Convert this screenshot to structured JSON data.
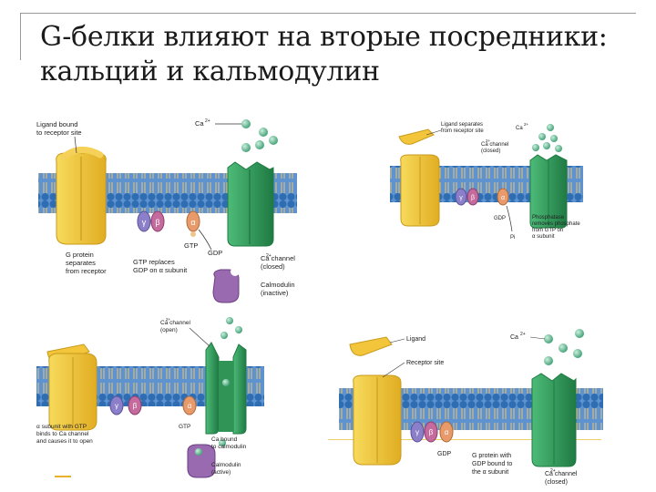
{
  "title": {
    "line1": "G-белки влияют на вторые посредники:",
    "line2": "кальций и кальмодулин"
  },
  "panels": {
    "p1": {
      "ligand_bound": [
        "Ligand bound",
        "to receptor site"
      ],
      "ca": "Ca",
      "ca_sup": "2+",
      "gamma": "γ",
      "beta": "β",
      "alpha": "α",
      "gtp": "GTP",
      "gdp": "GDP",
      "g_protein": [
        "G protein",
        "separates",
        "from receptor"
      ],
      "gtp_replaces": [
        "GTP replaces",
        "GDP on α subunit"
      ],
      "channel_closed": [
        "Ca  channel",
        "(closed)"
      ],
      "channel_sup": "2+",
      "calmodulin": [
        "Calmodulin",
        "(inactive)"
      ]
    },
    "p2": {
      "ligand_separates": [
        "Ligand separates",
        "from receptor site"
      ],
      "ca": "Ca",
      "ca_sup": "2+",
      "channel_closed": [
        "Ca  channel",
        "(closed)"
      ],
      "channel_sup": "2+",
      "gdp": "GDP",
      "pi": "Pi",
      "phosphatase": [
        "Phosphatase",
        "removes phosphate",
        "from GTP on",
        "α subunit"
      ],
      "gamma": "γ",
      "beta": "β",
      "alpha": "α"
    },
    "p3": {
      "channel_open": [
        "Ca  channel",
        "(open)"
      ],
      "channel_sup": "2+",
      "alpha_gtp": [
        "α subunit with GTP",
        "binds to Ca  channel",
        "and causes it to open"
      ],
      "gtp": "GTP",
      "ca_bound": [
        "Ca  bound",
        "to calmodulin"
      ],
      "cal_active": [
        "Calmodulin",
        "(active)"
      ],
      "gamma": "γ",
      "beta": "β",
      "alpha": "α"
    },
    "p4": {
      "ligand": "Ligand",
      "receptor_site": "Receptor site",
      "ca": "Ca",
      "ca_sup": "2+",
      "gdp": "GDP",
      "g_protein_gdp": [
        "G protein with",
        "GDP bound to",
        "the α subunit"
      ],
      "channel_closed": [
        "Ca  channel",
        "(closed)"
      ],
      "channel_sup": "2+",
      "gamma": "γ",
      "beta": "β",
      "alpha": "α"
    }
  },
  "colors": {
    "membrane": "#2f6db3",
    "lipid_head": "#3d7fc6",
    "receptor": "#f2c53a",
    "receptor_dark": "#c99a1b",
    "channel": "#3aa564",
    "channel_dark": "#1f7a43",
    "ca_ion": "#6fbf9a",
    "gamma": "#8a7fc8",
    "beta": "#c46a9c",
    "alpha": "#e89a6a",
    "calmodulin": "#9a6ab0"
  }
}
